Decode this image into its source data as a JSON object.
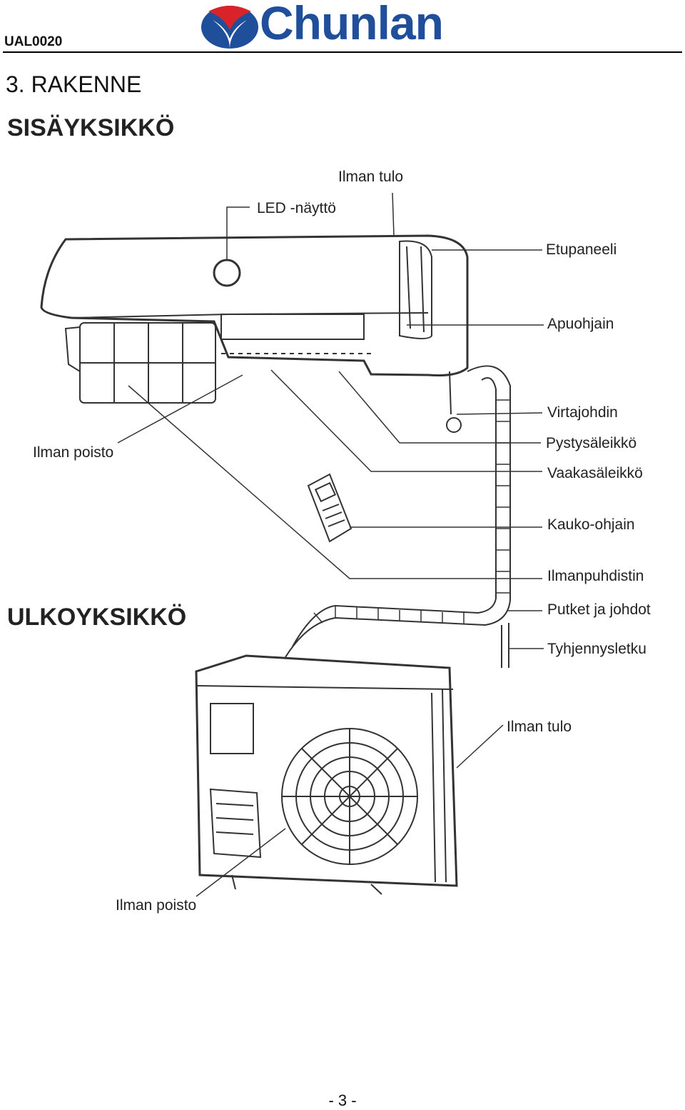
{
  "header": {
    "doc_code": "UAL0020",
    "brand": "Chunlan",
    "brand_color": "#1f4e9b",
    "logo_accent": "#d8232a"
  },
  "section": {
    "title": "3. RAKENNE"
  },
  "indoor": {
    "heading": "SISÄYKSIKKÖ",
    "labels": {
      "air_in": "Ilman tulo",
      "led": "LED -näyttö",
      "front_panel": "Etupaneeli",
      "aux_guide": "Apuohjain",
      "power_cord": "Virtajohdin",
      "vertical_louver": "Pystysäleikkö",
      "horizontal_louver": "Vaakasäleikkö",
      "remote": "Kauko-ohjain",
      "air_filter": "Ilmanpuhdistin",
      "pipes": "Putket ja johdot",
      "drain": "Tyhjennysletku",
      "air_out": "Ilman poisto"
    }
  },
  "outdoor": {
    "heading": "ULKOYKSIKKÖ",
    "labels": {
      "air_in": "Ilman tulo",
      "air_out": "Ilman poisto"
    }
  },
  "footer": {
    "page": "- 3 -"
  }
}
